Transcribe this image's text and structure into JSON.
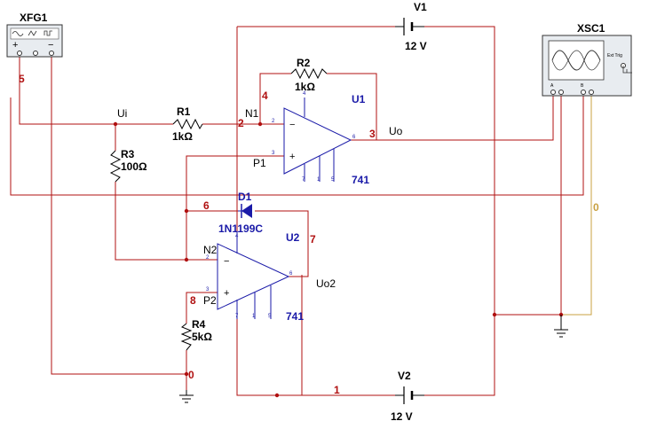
{
  "instruments": {
    "xfg": {
      "label": "XFG1"
    },
    "xsc": {
      "label": "XSC1",
      "ext_trig": "Ext Trig",
      "ch_a": "A",
      "ch_b": "B"
    }
  },
  "sources": {
    "v1": {
      "name": "V1",
      "value": "12 V"
    },
    "v2": {
      "name": "V2",
      "value": "12 V"
    }
  },
  "resistors": {
    "r1": {
      "name": "R1",
      "value": "1kΩ"
    },
    "r2": {
      "name": "R2",
      "value": "1kΩ"
    },
    "r3": {
      "name": "R3",
      "value": "100Ω"
    },
    "r4": {
      "name": "R4",
      "value": "5kΩ"
    }
  },
  "diode": {
    "name": "D1",
    "model": "1N1199C"
  },
  "opamps": {
    "u1": {
      "name": "U1",
      "model": "741",
      "pins": [
        "2",
        "3",
        "6",
        "4",
        "7",
        "1",
        "5"
      ]
    },
    "u2": {
      "name": "U2",
      "model": "741",
      "pins": [
        "2",
        "3",
        "6",
        "4",
        "7",
        "1",
        "5"
      ]
    }
  },
  "node_labels": {
    "ui": "Ui",
    "uo": "Uo",
    "uo2": "Uo2",
    "n1": "N1",
    "p1": "P1",
    "n2": "N2",
    "p2": "P2"
  },
  "nets": [
    "5",
    "4",
    "2",
    "3",
    "6",
    "7",
    "8",
    "0",
    "0",
    "1"
  ],
  "colors": {
    "wire": "#b01010",
    "wire_b": "#c8a040",
    "component": "#1a1aa8",
    "instrument_bg": "#e8ecf0",
    "screen_bg": "#ffffff"
  }
}
